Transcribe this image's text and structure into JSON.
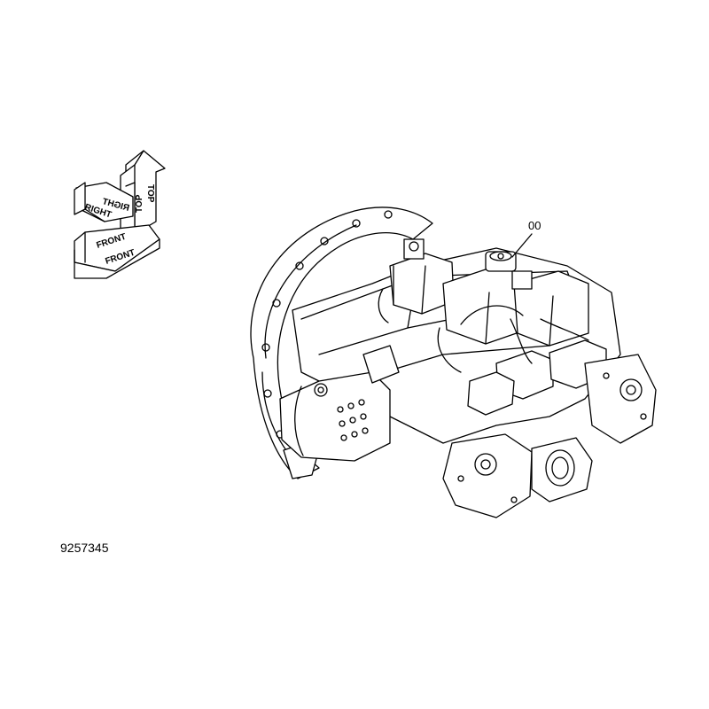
{
  "orientation_indicator": {
    "top_label_1": "TOP",
    "top_label_2": "TOP",
    "right_label_1": "RIGHT",
    "right_label_2": "RIGHT",
    "front_label_1": "FRONT",
    "front_label_2": "FRONT"
  },
  "callout": {
    "label": "00"
  },
  "figure": {
    "number": "9257345"
  },
  "colors": {
    "line": "#000000",
    "background": "#ffffff"
  }
}
